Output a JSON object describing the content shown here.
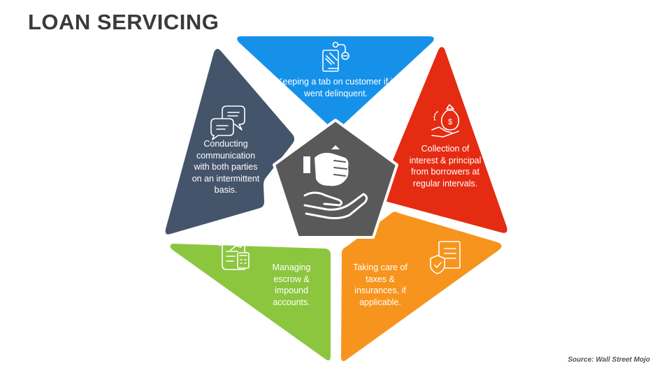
{
  "title": "LOAN SERVICING",
  "source": "Source: Wall Street Mojo",
  "segments": {
    "top": {
      "text": "Keeping a tab on customer if it went delinquent.",
      "color": "#1591ea",
      "icon": "gavel-document-icon"
    },
    "right": {
      "text": "Collection of interest & principal from borrowers at regular intervals.",
      "color": "#e52b12",
      "icon": "money-bag-hand-icon"
    },
    "bottom_right": {
      "text": "Taking care of taxes & insurances, if applicable.",
      "color": "#f7941d",
      "icon": "document-shield-icon"
    },
    "bottom_left": {
      "text": "Managing escrow & impound accounts.",
      "color": "#8cc63f",
      "icon": "ledger-calculator-icon"
    },
    "left": {
      "text": "Conducting communication with both parties on an intermittent basis.",
      "color": "#44546a",
      "icon": "chat-bubbles-icon"
    }
  },
  "center": {
    "color": "#595959",
    "icon": "hand-money-bag-icon"
  }
}
